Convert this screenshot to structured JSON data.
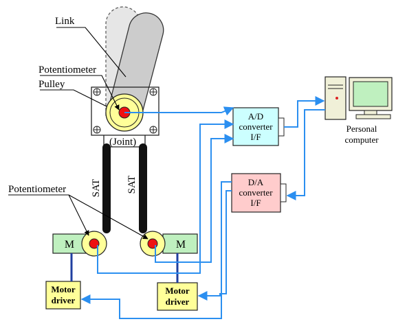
{
  "labels": {
    "link": "Link",
    "potentiometer_top": "Potentiometer",
    "pulley": "Pulley",
    "joint": "(Joint)",
    "sat_left": "SAT",
    "sat_right": "SAT",
    "potentiometer_bottom": "Potentiometer",
    "motor_left": "M",
    "motor_right": "M"
  },
  "ad_converter": {
    "line1": "A/D",
    "line2": "converter",
    "line3": "I/F"
  },
  "da_converter": {
    "line1": "D/A",
    "line2": "converter",
    "line3": "I/F"
  },
  "computer": {
    "line1": "Personal",
    "line2": "computer"
  },
  "motor_driver_left": {
    "line1": "Motor",
    "line2": "driver"
  },
  "motor_driver_right": {
    "line1": "Motor",
    "line2": "driver"
  },
  "colors": {
    "wire": "#2b8ff0",
    "ad_fill": "#ccffff",
    "da_fill": "#ffcccc",
    "motor_fill": "#bff0bf",
    "driver_fill": "#ffff99",
    "pulley_fill": "#ffff99",
    "pot_fill": "#ee1111",
    "link_fill": "#cccccc",
    "sat_fill": "#111111",
    "screen_fill": "#bff0bf",
    "computer_body": "#f0f0d8"
  }
}
